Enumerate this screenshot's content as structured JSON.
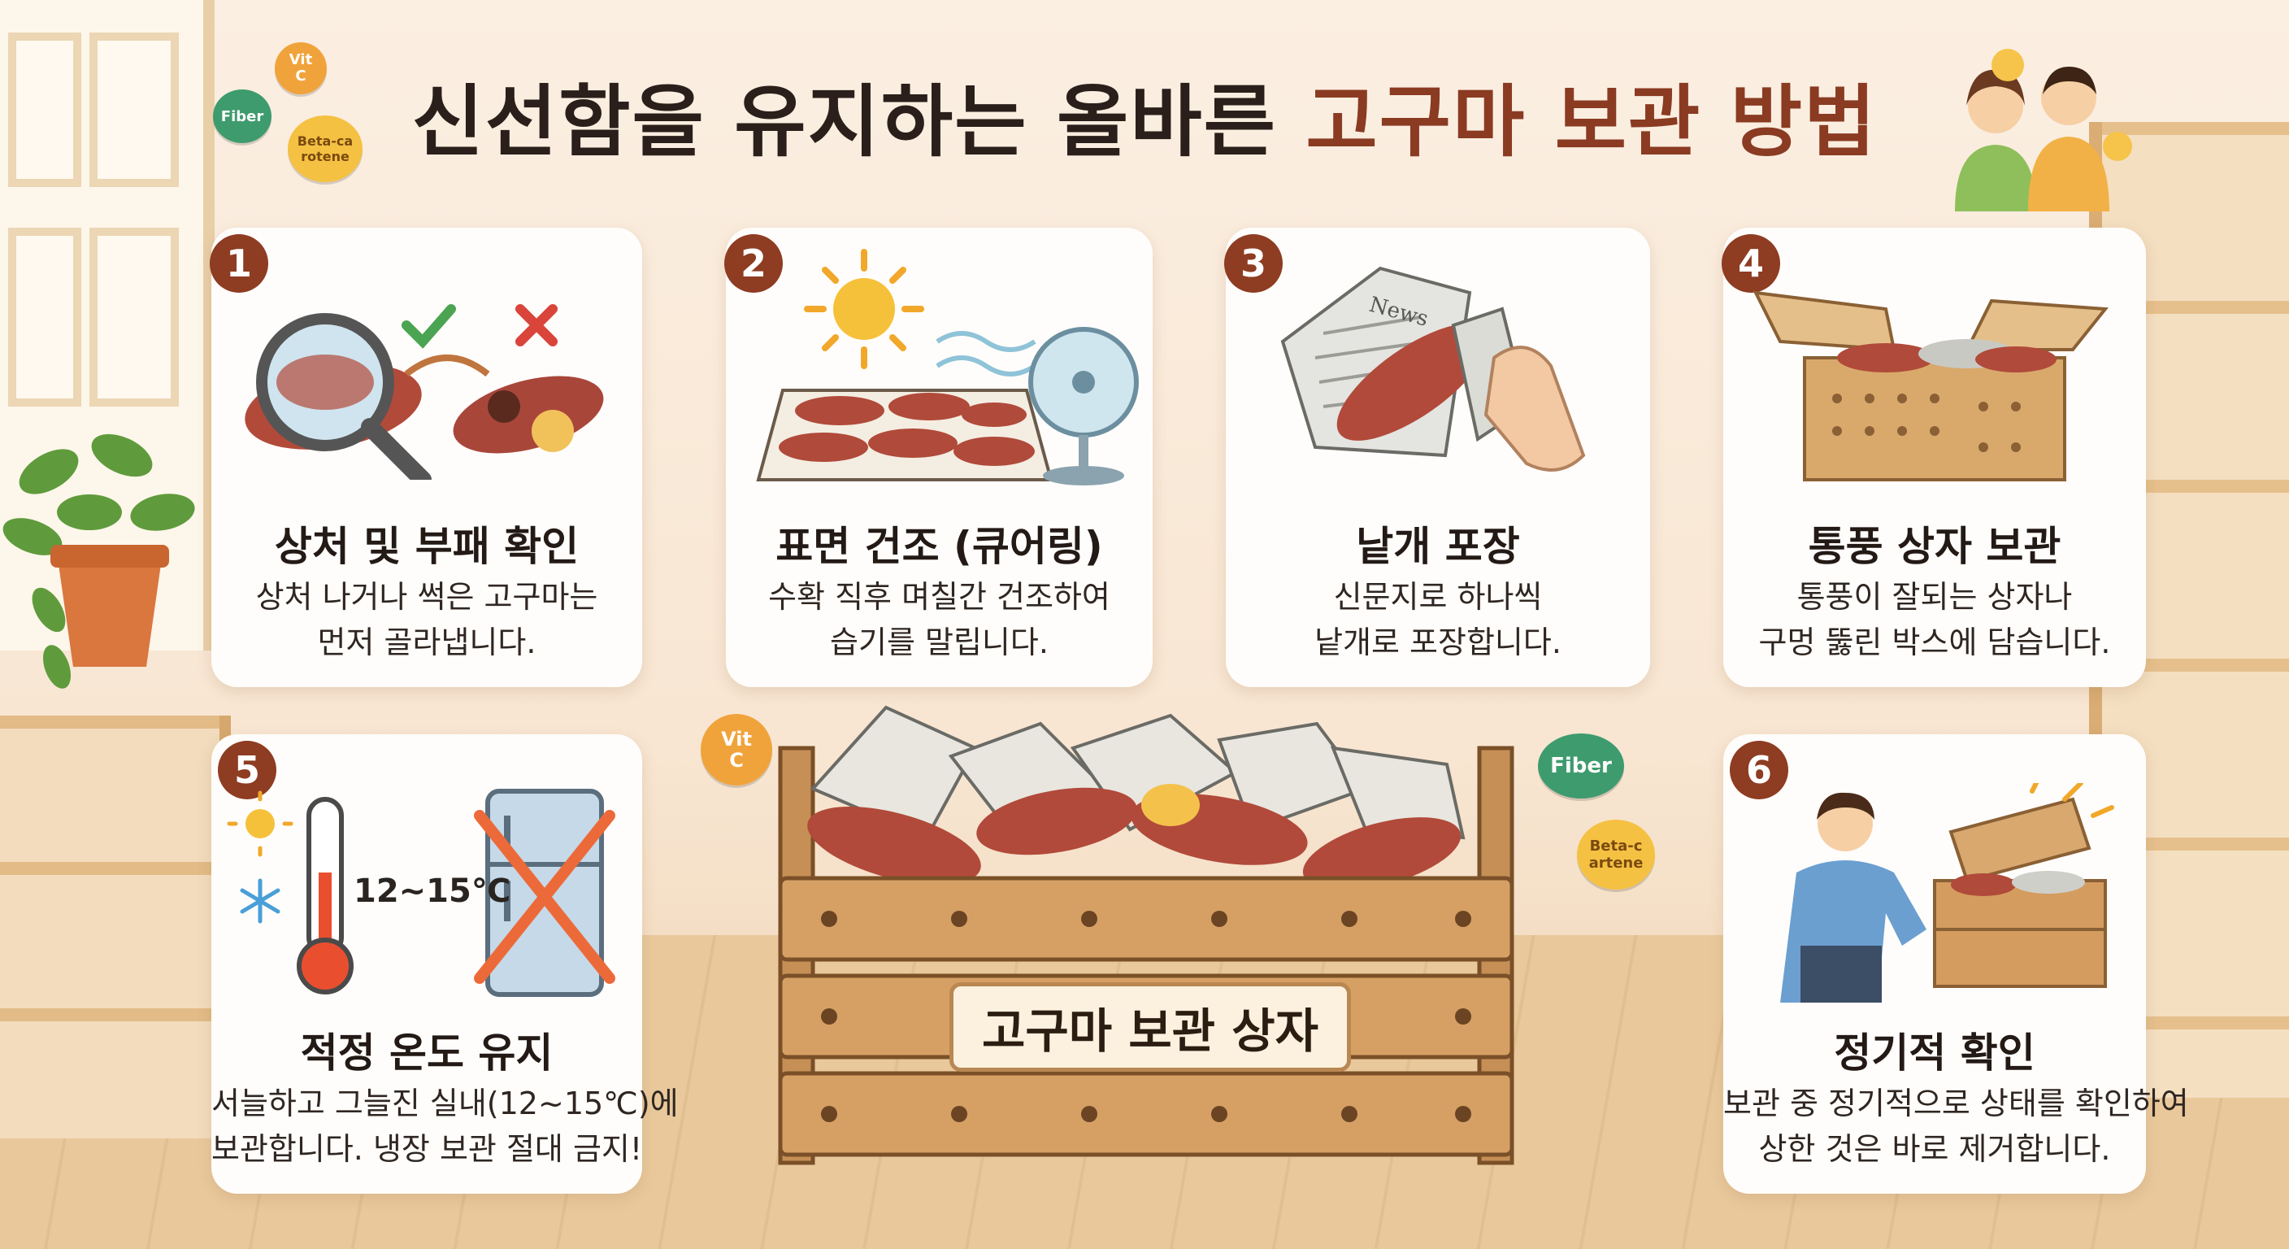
{
  "title": {
    "main": "신선함을 유지하는 올바른",
    "accent": "고구마 보관 방법"
  },
  "badges": {
    "vit_c": "Vit C",
    "fiber": "Fiber",
    "beta": "Beta-carotene",
    "beta_alt": "Beta-cartene"
  },
  "steps": [
    {
      "number": "1",
      "title": "상처 및 부패 확인",
      "desc_line1": "상처 나거나 썩은 고구마는",
      "desc_line2": "먼저 골라냅니다."
    },
    {
      "number": "2",
      "title": "표면 건조 (큐어링)",
      "desc_line1": "수확 직후 며칠간 건조하여",
      "desc_line2": "습기를 말립니다."
    },
    {
      "number": "3",
      "title": "낱개 포장",
      "desc_line1": "신문지로 하나씩",
      "desc_line2": "낱개로 포장합니다."
    },
    {
      "number": "4",
      "title": "통풍 상자 보관",
      "desc_line1": "통풍이 잘되는 상자나",
      "desc_line2": "구멍 뚫린 박스에 담습니다."
    },
    {
      "number": "5",
      "title": "적정 온도 유지",
      "desc_line1": "서늘하고 그늘진 실내(12~15℃)에",
      "desc_line2": "보관합니다. 냉장 보관 절대 금지!",
      "temp_label": "12~15℃"
    },
    {
      "number": "6",
      "title": "정기적 확인",
      "desc_line1": "보관 중 정기적으로 상태를 확인하여",
      "desc_line2": "상한 것은 바로 제거합니다."
    }
  ],
  "newspaper_text": "News",
  "crate_label": "고구마 보관 상자",
  "colors": {
    "accent": "#8a3b22",
    "number_badge": "#8e3c22",
    "potato": "#b24a3a",
    "wood": "#c99560"
  }
}
